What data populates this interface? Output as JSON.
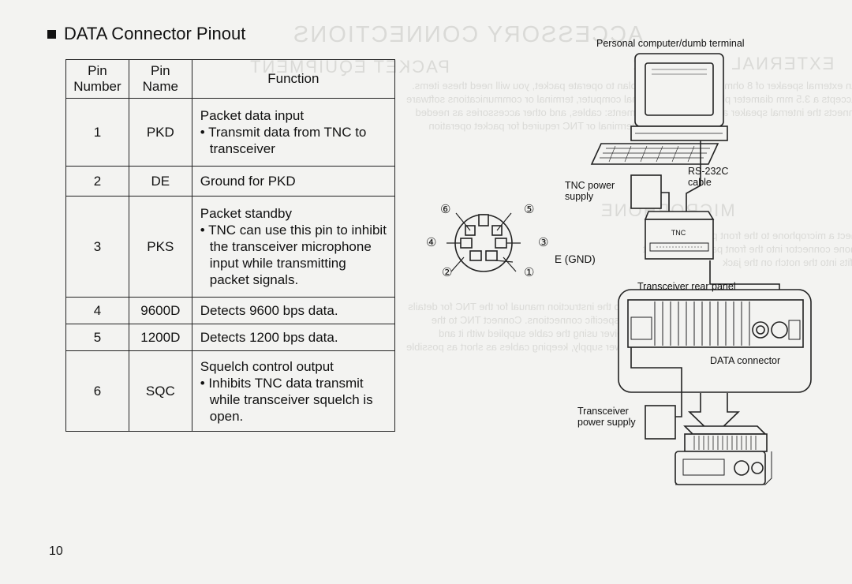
{
  "page": {
    "heading": "DATA Connector Pinout",
    "page_number": "10"
  },
  "table": {
    "headers": {
      "pin_number": "Pin\nNumber",
      "pin_name": "Pin\nName",
      "function": "Function"
    },
    "rows": [
      {
        "number": "1",
        "name": "PKD",
        "function": [
          "Packet data input",
          "• Transmit data from TNC to transceiver"
        ]
      },
      {
        "number": "2",
        "name": "DE",
        "function": [
          "Ground for PKD"
        ]
      },
      {
        "number": "3",
        "name": "PKS",
        "function": [
          "Packet standby",
          "• TNC can use this pin to inhibit the transceiver microphone input while transmitting packet signals."
        ]
      },
      {
        "number": "4",
        "name": "9600D",
        "function": [
          "Detects 9600 bps data."
        ]
      },
      {
        "number": "5",
        "name": "1200D",
        "function": [
          "Detects 1200 bps data."
        ]
      },
      {
        "number": "6",
        "name": "SQC",
        "function": [
          "Squelch control output",
          "• Inhibits TNC data transmit while transceiver squelch is open."
        ]
      }
    ]
  },
  "diagram": {
    "personal_computer": "Personal computer/dumb terminal",
    "rs232c": "RS-232C\ncable",
    "tnc_power": "TNC power\nsupply",
    "tnc": "TNC",
    "egnd": "E (GND)",
    "pins": [
      "⑥",
      "⑤",
      "④",
      "③",
      "②",
      "①"
    ],
    "rear_panel": "Transceiver rear panel",
    "data_connector": "DATA connector",
    "transceiver_power": "Transceiver\npower supply"
  }
}
